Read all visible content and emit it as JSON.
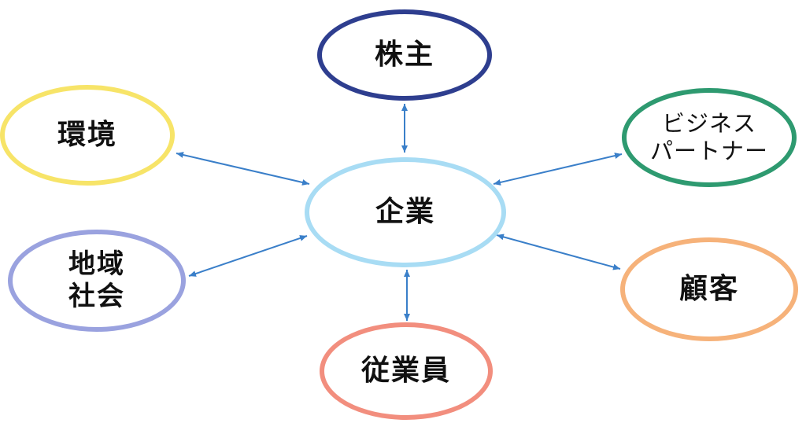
{
  "center": {
    "label": "企業"
  },
  "nodes": {
    "top": {
      "label": "株主",
      "color": "#2e3e8f"
    },
    "bottom": {
      "label": "従業員",
      "color": "#f28e7e"
    },
    "environment": {
      "label": "環境",
      "color": "#f7e468"
    },
    "community": {
      "line1": "地域",
      "line2": "社会",
      "color": "#9aa2df"
    },
    "partner": {
      "line1": "ビジネス",
      "line2": "パートナー",
      "color": "#2e9a70"
    },
    "customer": {
      "label": "顧客",
      "color": "#f6b27a"
    }
  },
  "center_color": "#a8dcf4",
  "arrow_color": "#3a7fc9"
}
